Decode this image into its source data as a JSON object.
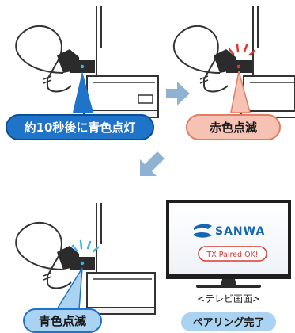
{
  "steps": {
    "step1_label": "約10秒後に青色点灯",
    "step2_label": "赤色点滅",
    "step3_label": "青色点滅"
  },
  "tv": {
    "brand": "SANWA",
    "message": "TX Paired OK!",
    "caption": "<テレビ画面>"
  },
  "result": {
    "label": "ペアリング完了"
  },
  "colors": {
    "blue_badge": "#1f73c9",
    "blue_badge_border": "#0c4f96",
    "pink_badge": "#f6c2b3",
    "pink_badge_border": "#e37c63",
    "red_blink": "#e23b2e",
    "blue_blink": "#37b6e8",
    "arrow_blue": "#8fb2d3",
    "brand_blue": "#1367b4",
    "message_red": "#d83a34"
  }
}
